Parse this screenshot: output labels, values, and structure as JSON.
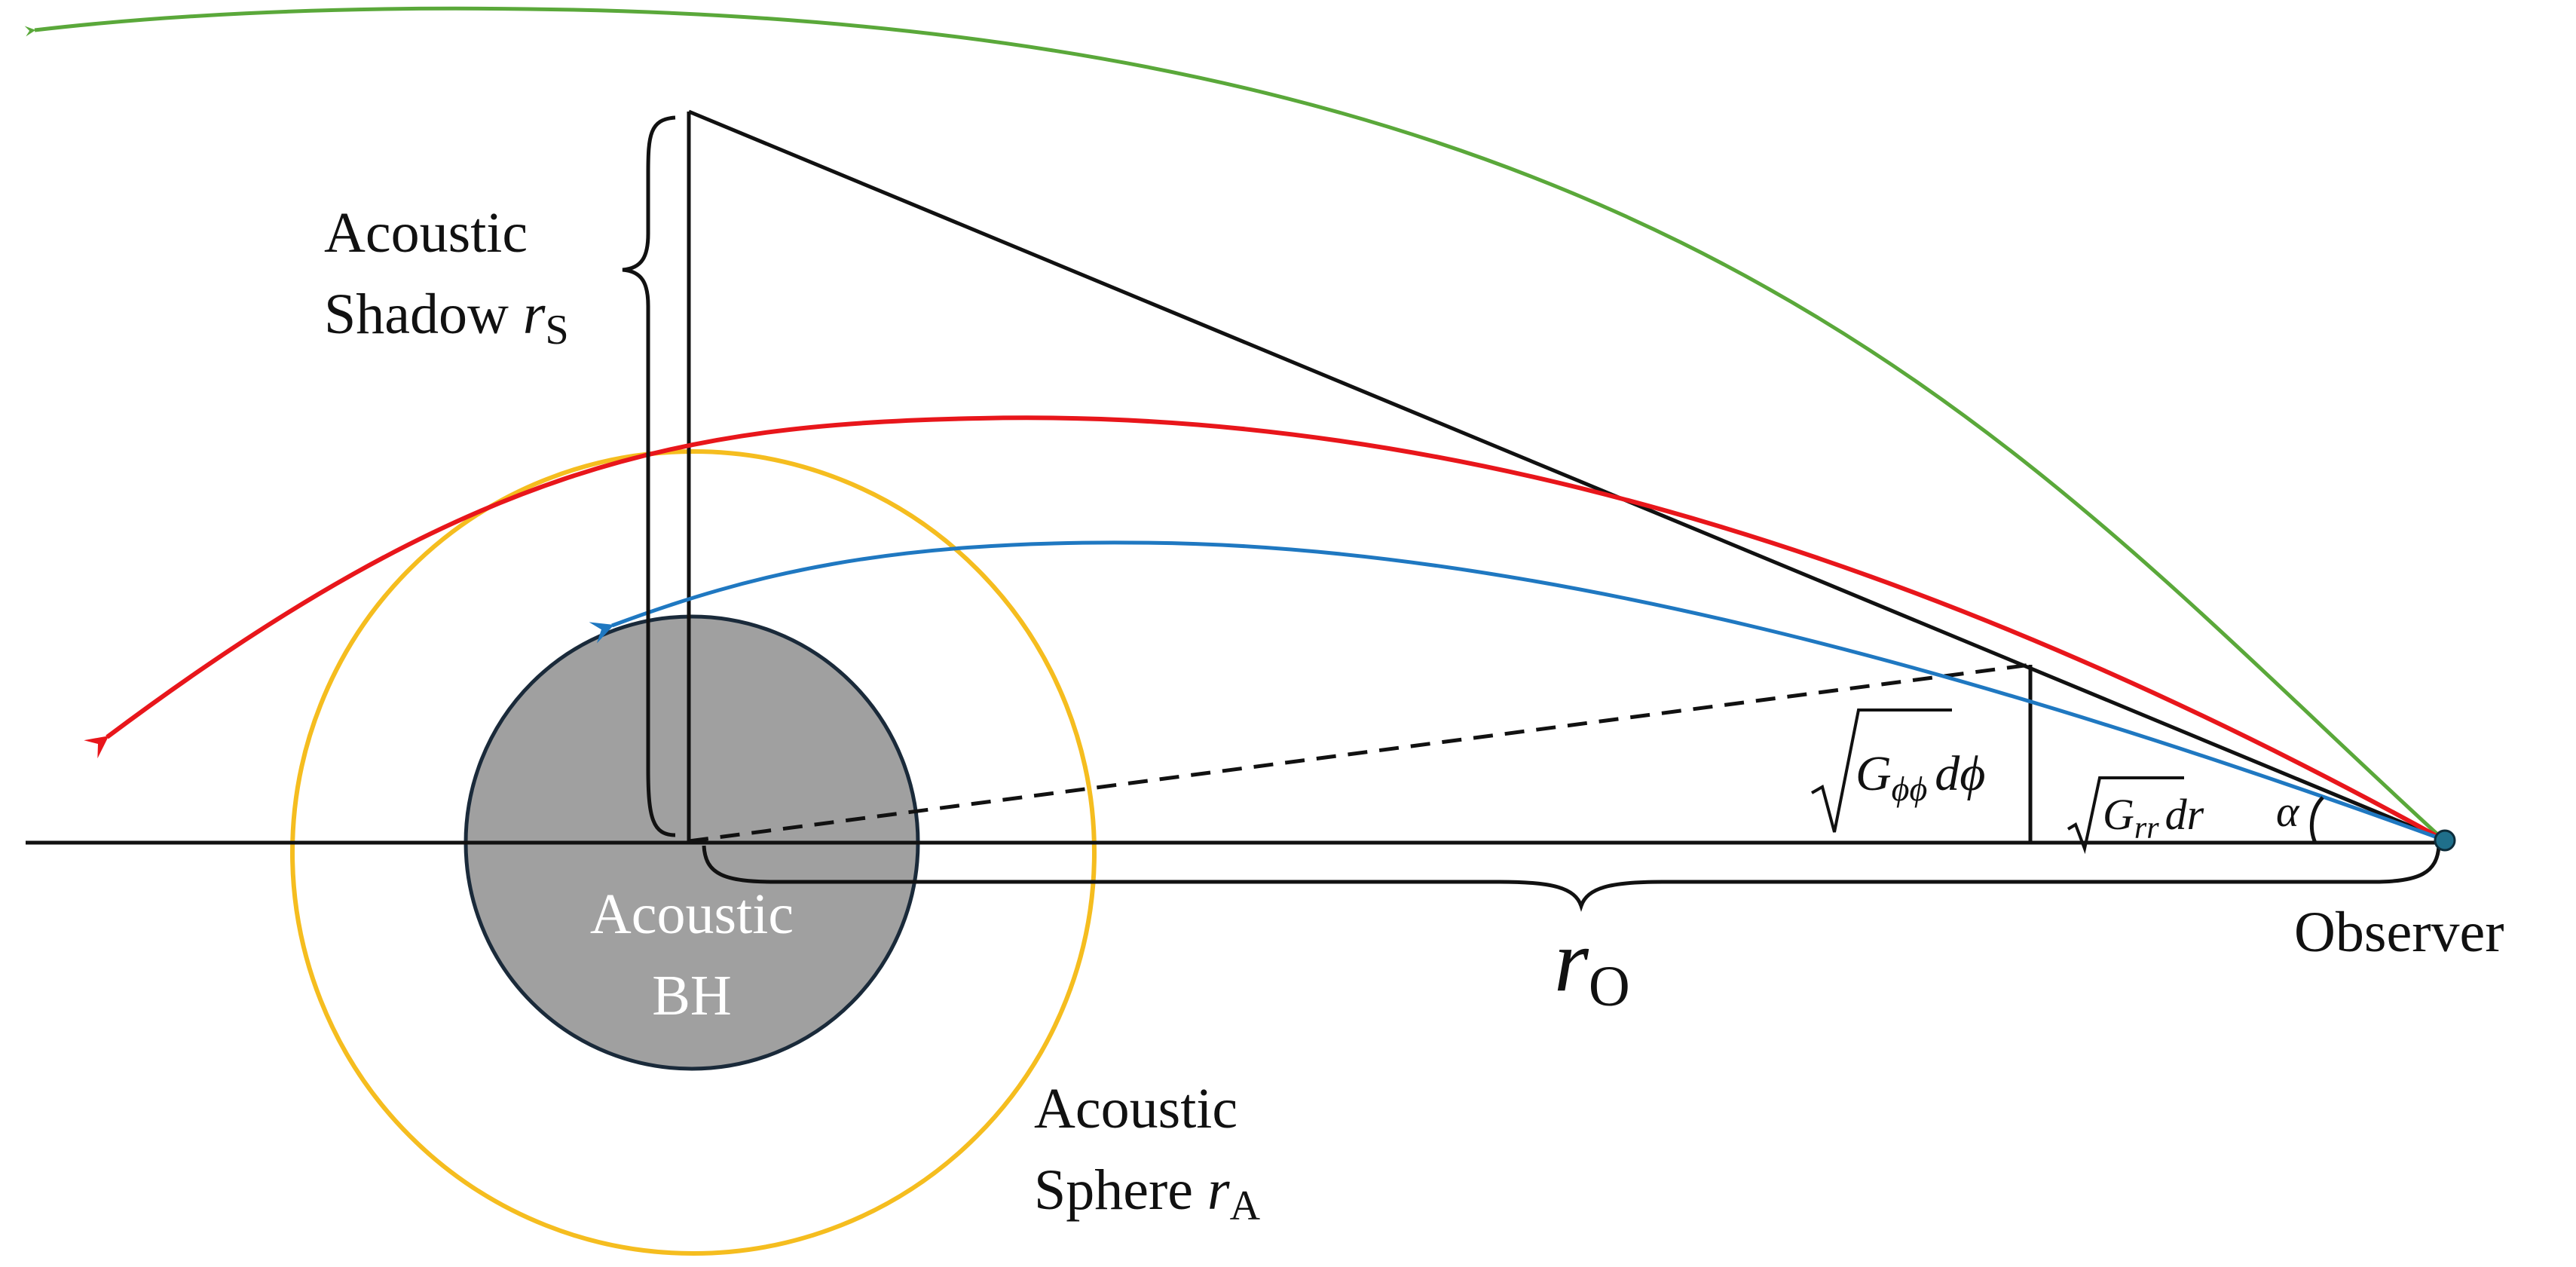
{
  "colors": {
    "green_ray": "#5aa83a",
    "red_ray": "#e8161b",
    "blue_ray": "#1f78c1",
    "acoustic_sphere": "#f5bd1f",
    "black_hole_fill": "#a0a0a0",
    "black_hole_stroke": "#1a2a3a",
    "observer_dot": "#1f6f8b",
    "line": "#111111",
    "bh_text": "#ffffff"
  },
  "labels": {
    "shadow_line1": "Acoustic",
    "shadow_line2": "Shadow ",
    "shadow_var": "r",
    "shadow_sub": "S",
    "bh_line1": "Acoustic",
    "bh_line2": "BH",
    "sphere_line1": "Acoustic",
    "sphere_line2": "Sphere ",
    "sphere_var": "r",
    "sphere_sub": "A",
    "observer": "Observer",
    "distance_var": "r",
    "distance_sub": "O",
    "metric_phi_G": "G",
    "metric_phi_sub": "ϕϕ",
    "metric_phi_d": "dϕ",
    "metric_r_G": "G",
    "metric_r_sub": "rr",
    "metric_r_d": "dr",
    "angle": "α"
  }
}
